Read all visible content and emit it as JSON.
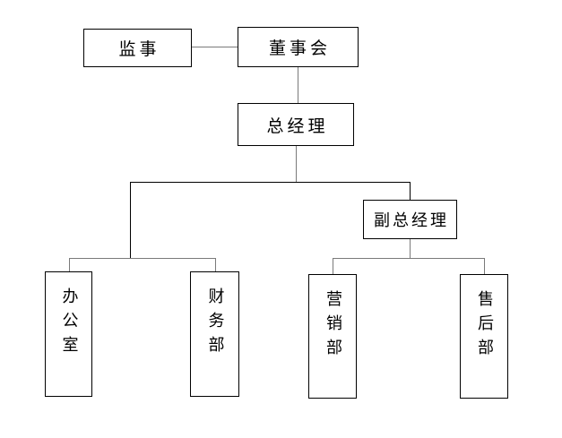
{
  "diagram": {
    "type": "org-chart",
    "colors": {
      "background": "#ffffff",
      "box_border": "#000000",
      "text": "#000000",
      "connector_primary": "#000000",
      "connector_secondary": "#7a7a7a"
    },
    "nodes": {
      "supervisor": {
        "label": "监事"
      },
      "board": {
        "label": "董事会"
      },
      "general_manager": {
        "label": "总经理"
      },
      "deputy_general_manager": {
        "label": "副总经理"
      },
      "office": {
        "label": "办公室"
      },
      "finance": {
        "label": "财务部"
      },
      "marketing": {
        "label": "营销部"
      },
      "aftersales": {
        "label": "售后部"
      }
    },
    "edges": [
      {
        "from": "监事",
        "to": "董事会"
      },
      {
        "from": "董事会",
        "to": "总经理"
      },
      {
        "from": "总经理",
        "to": "办公室"
      },
      {
        "from": "总经理",
        "to": "财务部"
      },
      {
        "from": "总经理",
        "to": "副总经理"
      },
      {
        "from": "副总经理",
        "to": "营销部"
      },
      {
        "from": "副总经理",
        "to": "售后部"
      }
    ]
  }
}
